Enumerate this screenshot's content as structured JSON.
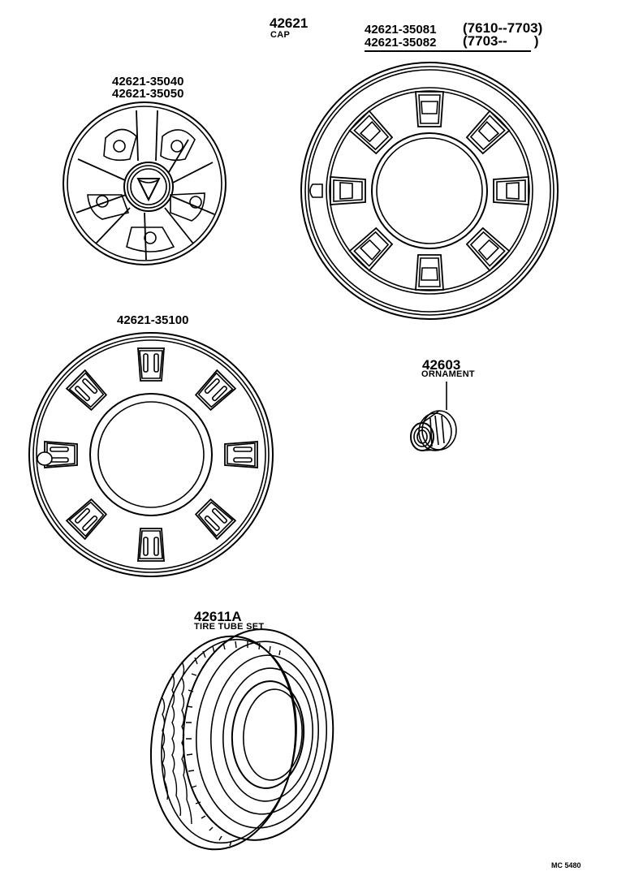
{
  "diagram": {
    "title": "Wheel cap, ornament and tire parts diagram",
    "colors": {
      "line": "#000000",
      "background": "#ffffff"
    },
    "callouts": {
      "cap": {
        "part_number": "42621",
        "description": "CAP"
      },
      "cap_variants": [
        {
          "part_number": "42621-35081",
          "range": "(7610--7703)"
        },
        {
          "part_number": "42621-35082",
          "range": "(7703--       )"
        }
      ],
      "small_cap": {
        "part_numbers": [
          "42621-35040",
          "42621-35050"
        ]
      },
      "slotted_cap": {
        "part_number": "42621-35100"
      },
      "ornament": {
        "part_number": "42603",
        "description": "ORNAMENT"
      },
      "tire": {
        "part_number": "42611A",
        "description": "TIRE TUBE SET"
      }
    },
    "drawing_code": "MC 5480"
  }
}
